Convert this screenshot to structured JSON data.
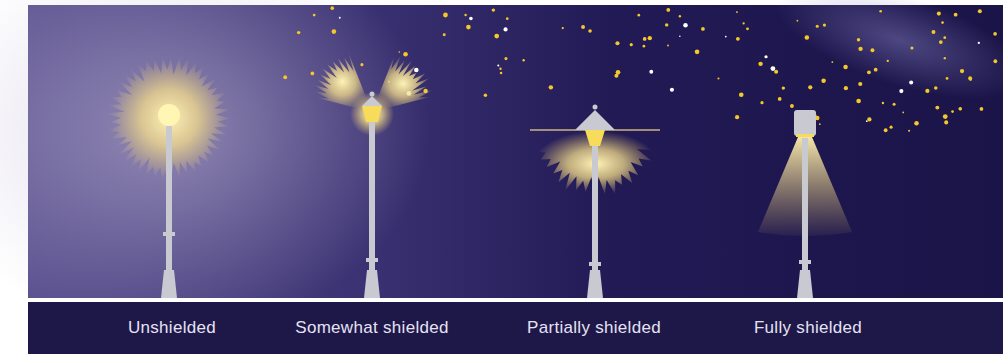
{
  "diagram": {
    "labels": [
      "Unshielded",
      "Somewhat shielded",
      "Partially shielded",
      "Fully shielded"
    ]
  }
}
